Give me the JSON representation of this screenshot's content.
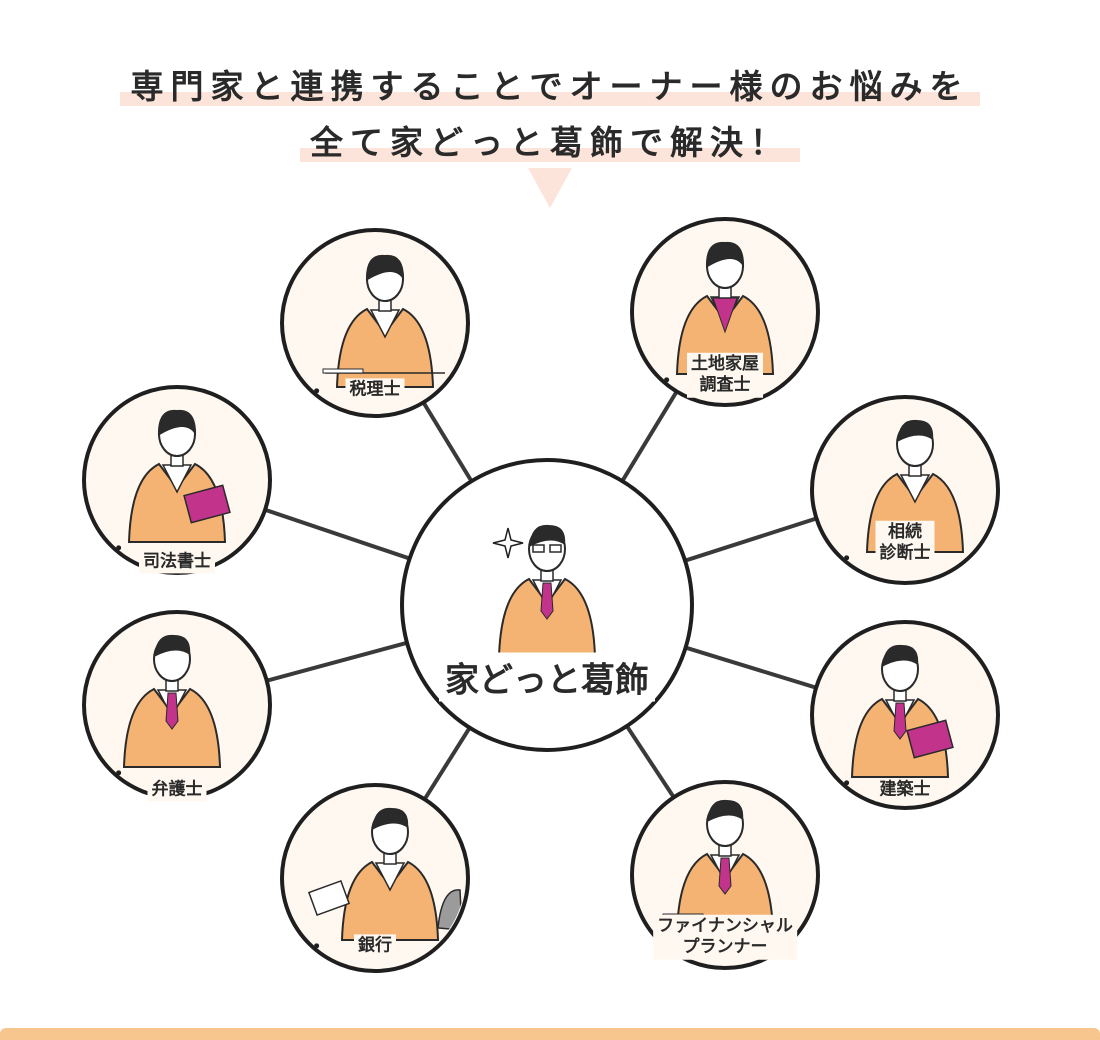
{
  "heading": {
    "line1": "専門家と連携することでオーナー様のお悩みを",
    "line2": "全て家どっと葛飾で解決！"
  },
  "center": {
    "label": "家どっと葛飾"
  },
  "nodes": [
    {
      "id": "tax",
      "label": "税理士"
    },
    {
      "id": "survey",
      "label": "土地家屋\n調査士"
    },
    {
      "id": "inherit",
      "label": "相続\n診断士"
    },
    {
      "id": "scrivener",
      "label": "司法書士"
    },
    {
      "id": "lawyer",
      "label": "弁護士"
    },
    {
      "id": "architect",
      "label": "建築士"
    },
    {
      "id": "bank",
      "label": "銀行"
    },
    {
      "id": "fp",
      "label": "ファイナンシャル\nプランナー"
    }
  ],
  "colors": {
    "circle_fill": "#fff8f1",
    "jacket": "#f5b373",
    "tie": "#c2338b",
    "highlight": "#fce4da",
    "bottom_bar": "#f7c58e"
  }
}
